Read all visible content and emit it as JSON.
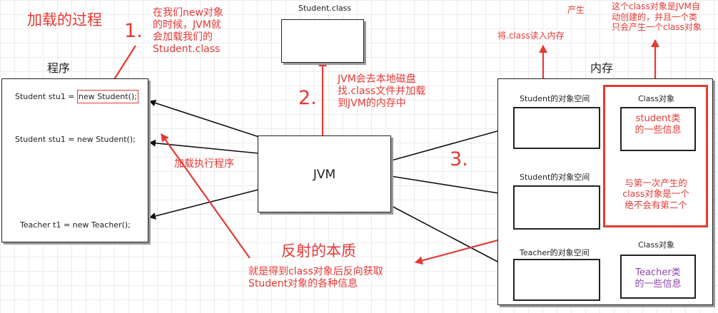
{
  "title": "加载的过程",
  "program": {
    "label": "程序",
    "line1": "Student stu1 = new Student();",
    "line1_prefix": "Student stu1 = ",
    "line1_highlight": "new Student();",
    "line2": "Student stu1 = new Student();",
    "line3": "Teacher t1 = new Teacher();"
  },
  "classfile": {
    "label": "Student.class"
  },
  "jvm": {
    "label": "JVM"
  },
  "memory": {
    "label": "内存",
    "student_space_1": "Student的对象空间",
    "student_space_2": "Student的对象空间",
    "teacher_space": "Teacher的对象空间",
    "class_obj_1": "Class对象",
    "class_obj_2": "Class对象",
    "student_info": "student类\n的一些信息",
    "teacher_info": "Teacher类\n的一些信息"
  },
  "annotations": {
    "step1_num": "1.",
    "step1_text": "在我们new对象\n的时候，JVM就\n会加载我们的\nStudent.class",
    "step2_num": "2.",
    "step2_text": "JVM会去本地磁盘\n找.class文件并加载\n到JVM的内存中",
    "step3_num": "3.",
    "load_exec": "加载执行程序",
    "read_class": "将.class读入内存",
    "produce": "产生",
    "class_auto": "这个class对象是JVM自\n动创建的，并且一个类\n只会产生一个class对象",
    "only_one": "与第一次产生的\nclass对象是一个\n绝不会有第二个",
    "reflect_title": "反射的本质",
    "reflect_text": "就是得到class对象后反向获取\nStudent对象的各种信息"
  },
  "colors": {
    "accent": "#e53935",
    "ink": "#222222",
    "purple": "#8e44ad"
  }
}
